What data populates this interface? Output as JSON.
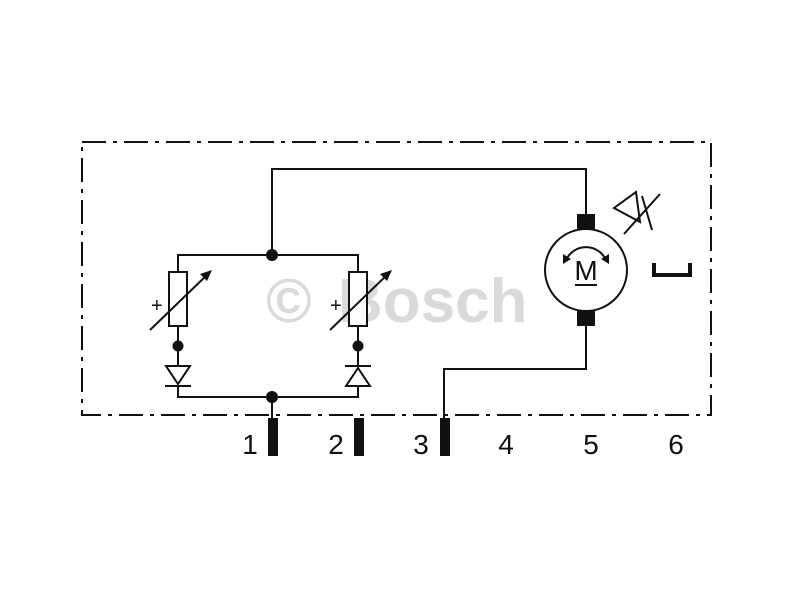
{
  "watermark": {
    "copyright": "©",
    "brand": "Bosch"
  },
  "motor": {
    "label": "M"
  },
  "pins": [
    {
      "label": "1",
      "connected": true
    },
    {
      "label": "2",
      "connected": true
    },
    {
      "label": "3",
      "connected": true
    },
    {
      "label": "4",
      "connected": false
    },
    {
      "label": "5",
      "connected": false
    },
    {
      "label": "6",
      "connected": false
    }
  ],
  "colors": {
    "line": "#111111",
    "watermark": "#d4d4d4"
  }
}
